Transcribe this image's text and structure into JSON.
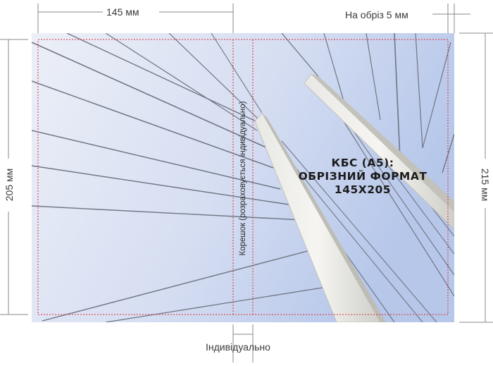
{
  "dimensions": {
    "width_label": "145 мм",
    "bleed_label": "На обріз 5 мм",
    "height_trim_label": "205 мм",
    "height_full_label": "215 мм",
    "spine_width_label": "Індивідуально"
  },
  "cover": {
    "title_line1": "КБС (А5):",
    "title_line2": "ОБРІЗНИЙ ФОРМАТ",
    "title_line3": "145Х205",
    "spine_text": "Корешок (розраховується індивідуально)"
  },
  "colors": {
    "sky_top": "#eef0f7",
    "sky_bottom": "#b9c9ea",
    "trim_line": "#d9343a",
    "dimension_line": "#8a8a8a"
  }
}
